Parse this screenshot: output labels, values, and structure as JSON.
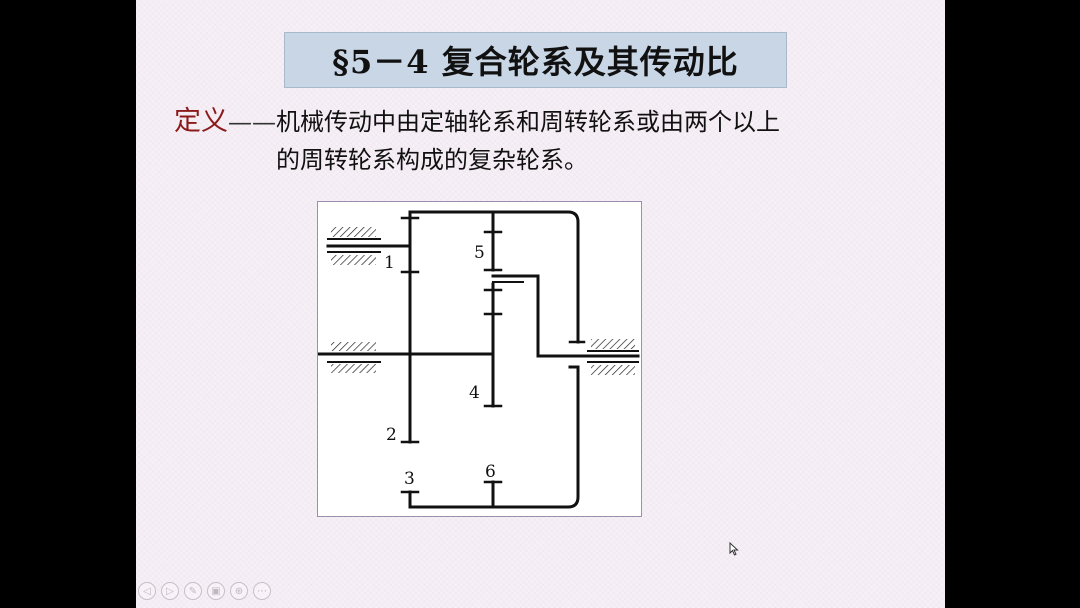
{
  "slide": {
    "title": "§5－4  复合轮系及其传动比",
    "definition": {
      "term": "定义",
      "dash": "——",
      "line1": "机械传动中由定轴轮系和周转轮系或由两个以上",
      "line2": "的周转轮系构成的复杂轮系。"
    },
    "diagram": {
      "gear_labels": [
        "1",
        "2",
        "3",
        "4",
        "5",
        "6"
      ]
    }
  },
  "toolbar": {
    "buttons": [
      {
        "name": "previous-icon",
        "glyph": "◁"
      },
      {
        "name": "next-icon",
        "glyph": "▷"
      },
      {
        "name": "pen-icon",
        "glyph": "✎"
      },
      {
        "name": "slides-icon",
        "glyph": "▣"
      },
      {
        "name": "zoom-icon",
        "glyph": "⊕"
      },
      {
        "name": "more-icon",
        "glyph": "⋯"
      }
    ]
  },
  "colors": {
    "slide_background": "#f6eff6",
    "title_box": "#c9d6e6",
    "term": "#8b1a1a"
  }
}
